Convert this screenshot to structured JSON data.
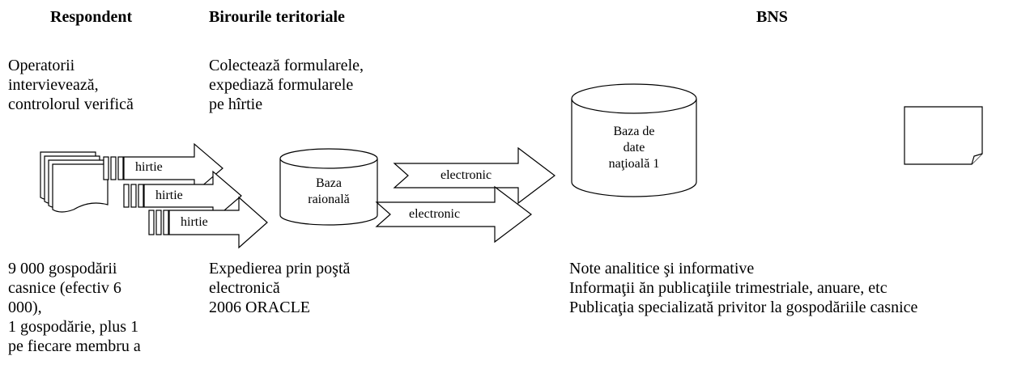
{
  "headers": {
    "respondent": "Respondent",
    "birouri": "Birourile teritoriale",
    "bns": "BNS"
  },
  "respondent": {
    "top_lines": [
      "Operatorii",
      "intervievează,",
      "controlorul verifică"
    ],
    "bottom_lines": [
      "9 000 gospodării",
      "casnice (efectiv 6",
      "000),",
      "1 gospodărie, plus 1",
      "pe fiecare membru a"
    ]
  },
  "birouri": {
    "top_lines": [
      "Colectează formularele,",
      "expediază formularele",
      "pe hîrtie"
    ],
    "bottom_lines": [
      "Expedierea prin poştă",
      "electronică",
      "2006 ORACLE"
    ]
  },
  "bns": {
    "bottom_lines": [
      "Note analitice şi informative",
      "Informaţii ăn publicaţiile trimestriale, anuare, etc",
      "Publicaţia specializată privitor la gospodăriile casnice"
    ]
  },
  "arrows": {
    "paper_1": "hirtie",
    "paper_2": "hirtie",
    "paper_3": "hirtie",
    "electronic_1": "electronic",
    "electronic_2": "electronic"
  },
  "databases": {
    "raion_lines": [
      "Baza",
      "raională"
    ],
    "national_lines": [
      "Baza de",
      "date",
      "naţioală 1"
    ]
  }
}
